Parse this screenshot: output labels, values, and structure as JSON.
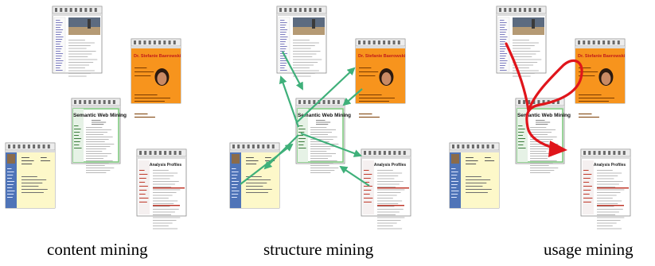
{
  "panels": [
    {
      "caption": "content mining"
    },
    {
      "caption": "structure mining"
    },
    {
      "caption": "usage mining"
    }
  ],
  "pages": {
    "center_title": "Semantic Web Mining",
    "orange_title": "Dr. Stefanie Baerowski",
    "white_title": "Analysis Profiles"
  },
  "colors": {
    "link_arrow": "#3fb07a",
    "usage_path": "#e0151b",
    "orange_page": "#f7941d",
    "yellow_page": "#fdf8c9",
    "blue_sidebar": "#4f74b8",
    "center_border": "#7fc97f"
  },
  "icons": {
    "browser_window": "browser-window-icon",
    "link_arrow": "green-arrow-icon",
    "usage_path": "red-path-icon"
  }
}
